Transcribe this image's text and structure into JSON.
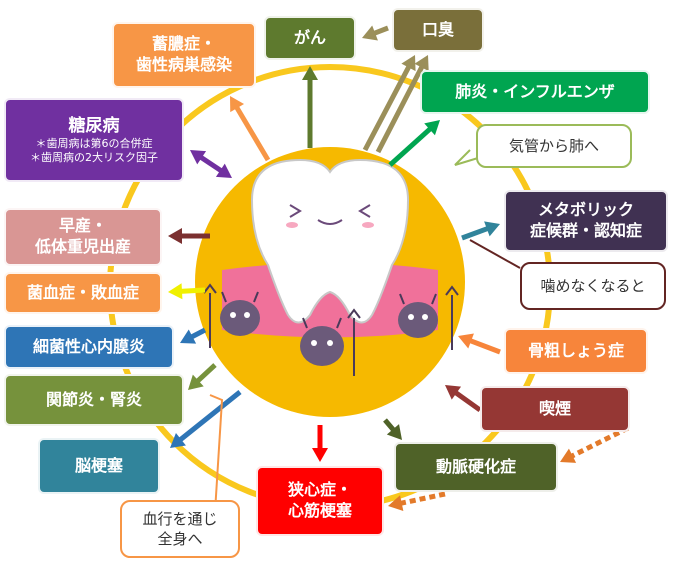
{
  "colors": {
    "ring": "#f9c81e",
    "center_fill": "#f6b900",
    "gum": "#f0719a",
    "tooth": "#ffffff",
    "tooth_outline": "#c8c8c8",
    "germ": "#6b5a7a"
  },
  "nodes": {
    "gan": {
      "label": "がん",
      "color": "#5e7a2e"
    },
    "koushuu": {
      "label": "口臭",
      "color": "#7a6f3a"
    },
    "chikunou": {
      "line1": "蓄膿症・",
      "line2": "歯性病巣感染",
      "color": "#f79646"
    },
    "haien": {
      "label": "肺炎・インフルエンザ",
      "color": "#00a550"
    },
    "kikan_callout": {
      "label": "気管から肺へ",
      "border": "#9bbb59"
    },
    "tounyou": {
      "title": "糖尿病",
      "sub1": "＊歯周病は第6の合併症",
      "sub2": "＊歯周病の2大リスク因子",
      "color": "#7030a0"
    },
    "metabo": {
      "line1": "メタボリック",
      "line2": "症候群・認知症",
      "color": "#403152"
    },
    "kamenai_callout": {
      "label": "噛めなくなると",
      "border": "#632523"
    },
    "sozan": {
      "line1": "早産・",
      "line2": "低体重児出産",
      "color": "#d99694"
    },
    "kinketsu": {
      "label": "菌血症・敗血症",
      "color": "#f79646"
    },
    "saikin": {
      "label": "細菌性心内膜炎",
      "color": "#2e75b6"
    },
    "kansetsu": {
      "label": "関節炎・腎炎",
      "color": "#76923c"
    },
    "kotsuso": {
      "label": "骨粗しょう症",
      "color": "#f7853b"
    },
    "kitsuen": {
      "label": "喫煙",
      "color": "#953734"
    },
    "nokousoku": {
      "label": "脳梗塞",
      "color": "#31849b"
    },
    "doumyaku": {
      "label": "動脈硬化症",
      "color": "#4f6228"
    },
    "kyoushin": {
      "line1": "狭心症・",
      "line2": "心筋梗塞",
      "color": "#ff0000"
    },
    "kekkou_callout": {
      "line1": "血行を通じ",
      "line2": "全身へ",
      "border": "#f79646"
    }
  }
}
